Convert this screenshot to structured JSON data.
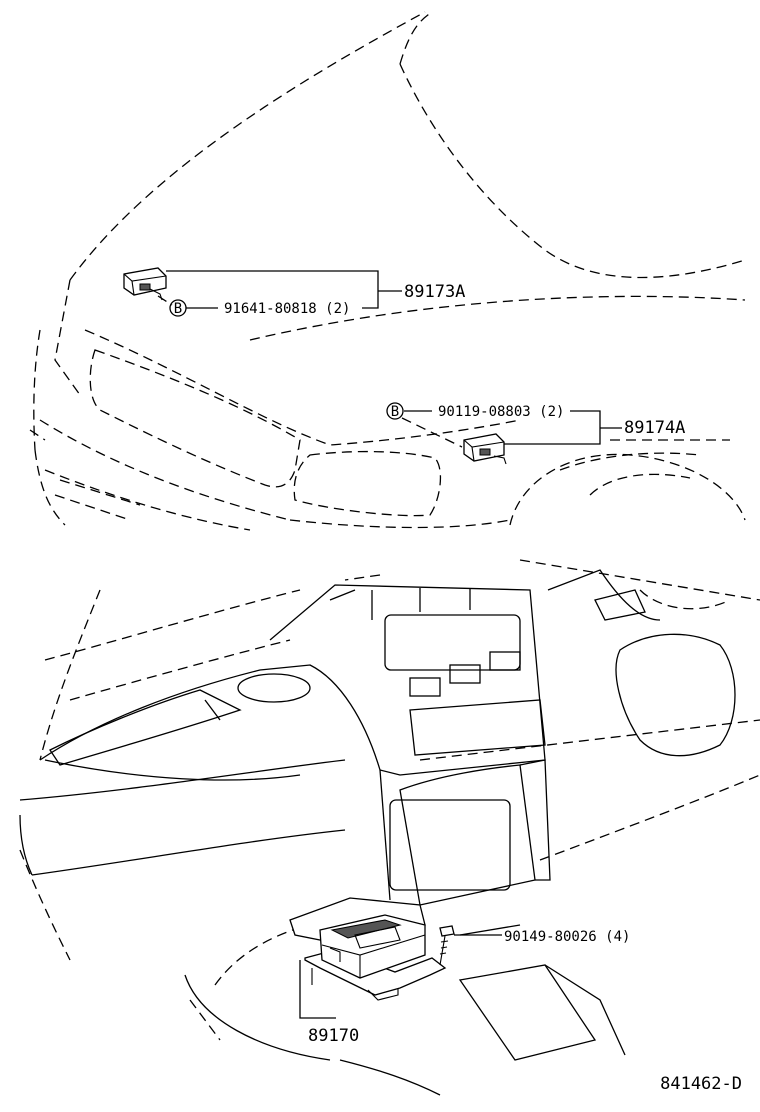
{
  "callouts": {
    "sensor_left": "89173A",
    "bolt_left": "91641-80818 (2)",
    "bolt_right": "90119-08803 (2)",
    "sensor_right": "89174A",
    "screw_center": "90149-80026 (4)",
    "airbag_ecu": "89170"
  },
  "diagram_id": "841462-D",
  "symbols": {
    "bolt_marker": "B"
  },
  "icons": {
    "bolt": "bolt-head-symbol-icon",
    "front_sensor": "front-airbag-sensor-icon",
    "center_unit": "airbag-sensor-assembly-icon",
    "screw": "screw-icon"
  }
}
